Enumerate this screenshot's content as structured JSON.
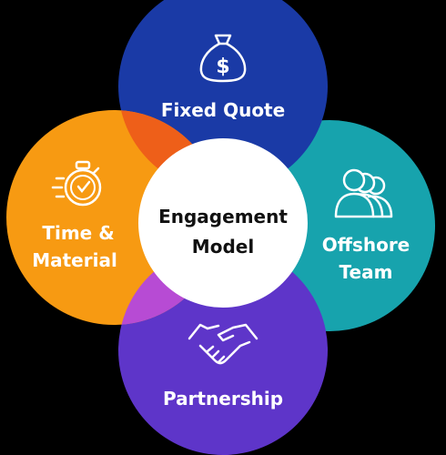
{
  "center": {
    "line1": "Engagement",
    "line2": "Model"
  },
  "nodes": {
    "top": {
      "label": "Fixed Quote",
      "icon": "money-bag-icon",
      "color": "#1a3aa6"
    },
    "right": {
      "line1": "Offshore",
      "line2": "Team",
      "icon": "team-icon",
      "color": "#17a3ad"
    },
    "bottom": {
      "label": "Partnership",
      "icon": "handshake-icon",
      "color": "#5e35c9"
    },
    "left": {
      "line1": "Time &",
      "line2": "Material",
      "icon": "stopwatch-icon",
      "color": "#f79a12"
    }
  },
  "overlap_colors": {
    "top_left": "#ee5f19",
    "bottom_left": "#b74bd4"
  }
}
